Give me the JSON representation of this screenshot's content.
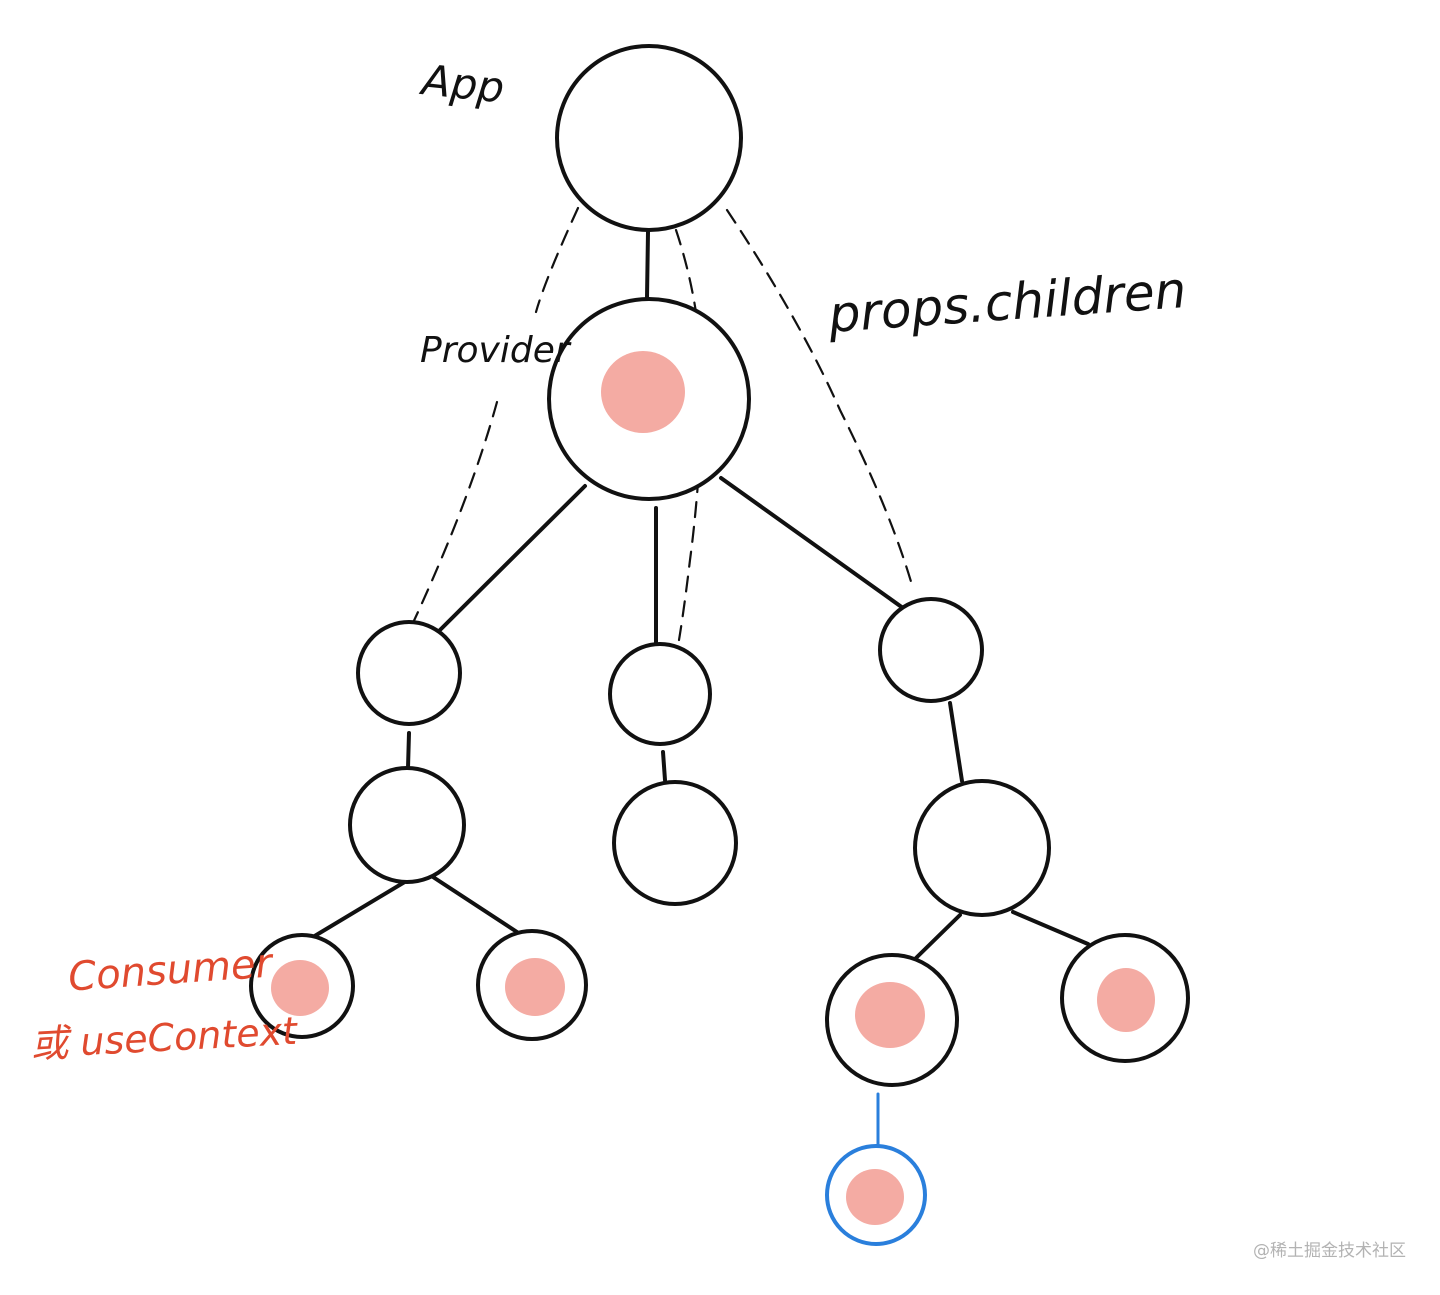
{
  "labels": {
    "app": "App",
    "provider": "Provider",
    "props_children": "props.children",
    "consumer_line1": "Consumer",
    "consumer_line2": "或 useContext"
  },
  "watermark": "@稀土掘金技术社区",
  "colors": {
    "stroke": "#111111",
    "context_fill": "#f4aba3",
    "consumer_text": "#e04a2f",
    "highlight_stroke": "#2a7fdc",
    "watermark": "#b3b3b3"
  }
}
